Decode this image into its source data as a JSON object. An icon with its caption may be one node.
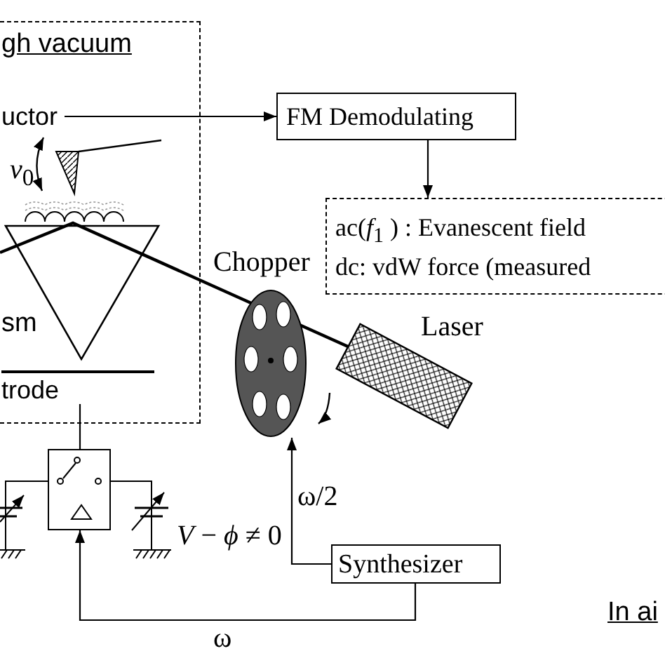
{
  "diagram": {
    "nodes": [
      {
        "text": [
          "gh vacuum"
        ]
      },
      {
        "text": [
          "uctor"
        ],
        "in": 0
      },
      {
        "text": [
          "FM Demodulating"
        ]
      },
      {
        "text": [
          "ac(*f*$_{1}$ ) : Evanescent field",
          "dc: vdW force (measured"
        ]
      },
      {
        "text": [
          "sm"
        ],
        "in": 0
      },
      {
        "text": [
          "Chopper"
        ]
      },
      {
        "text": [
          "Laser"
        ]
      },
      {
        "text": [
          "trode"
        ],
        "in": 0
      },
      {
        "text": [],
        "shape": "box"
      },
      {
        "text": [
          "Synthesizer"
        ]
      }
    ],
    "edges": [
      {
        "from": 1,
        "to": 2,
        "arrow": "to"
      },
      {
        "from": 2,
        "to": 3,
        "arrow": "to"
      },
      {
        "from": 7,
        "to": 8,
        "arrow": "none"
      },
      {
        "from": 9,
        "to": 5,
        "arrow": "to",
        "label": "ω/2"
      },
      {
        "from": 9,
        "to": 8,
        "arrow": "to",
        "label": "ω"
      }
    ],
    "labels": [
      "*ν*$_{0}$",
      "*V* − *ϕ* ≠ 0",
      "In ai"
    ]
  }
}
